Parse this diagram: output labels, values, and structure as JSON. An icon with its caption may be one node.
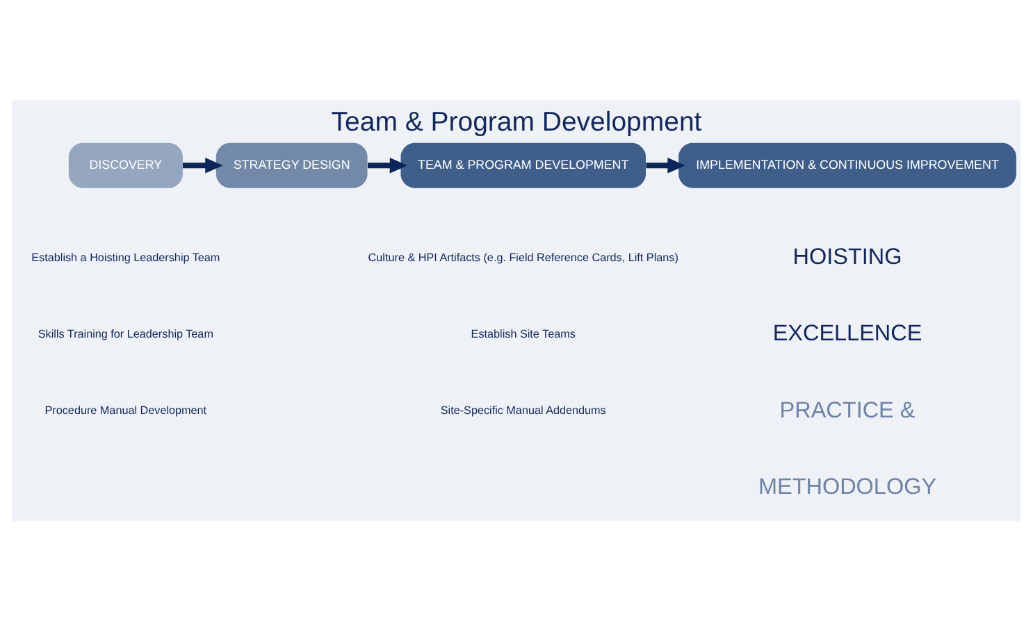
{
  "diagram": {
    "title": "Team & Program Development",
    "nodes": [
      {
        "text": [
          "DISCOVERY"
        ]
      },
      {
        "text": [
          "STRATEGY DESIGN"
        ]
      },
      {
        "text": [
          "TEAM & PROGRAM DEVELOPMENT"
        ]
      },
      {
        "text": [
          "IMPLEMENTATION & CONTINUOUS IMPROVEMENT"
        ]
      }
    ],
    "edges": [
      {
        "from": 0,
        "to": 1,
        "arrow": "to"
      },
      {
        "from": 1,
        "to": 2,
        "arrow": "to"
      },
      {
        "from": 2,
        "to": 3,
        "arrow": "to"
      }
    ],
    "labels": [
      "Establish a Hoisting Leadership Team",
      "Culture & HPI Artifacts (e.g. Field Reference Cards, Lift Plans)",
      "Skills Training for Leadership Team",
      "Establish Site Teams",
      "Procedure Manual Development",
      "Site-Specific Manual Addendums",
      "HOISTING",
      "EXCELLENCE",
      "PRACTICE &",
      "METHODOLOGY"
    ]
  }
}
